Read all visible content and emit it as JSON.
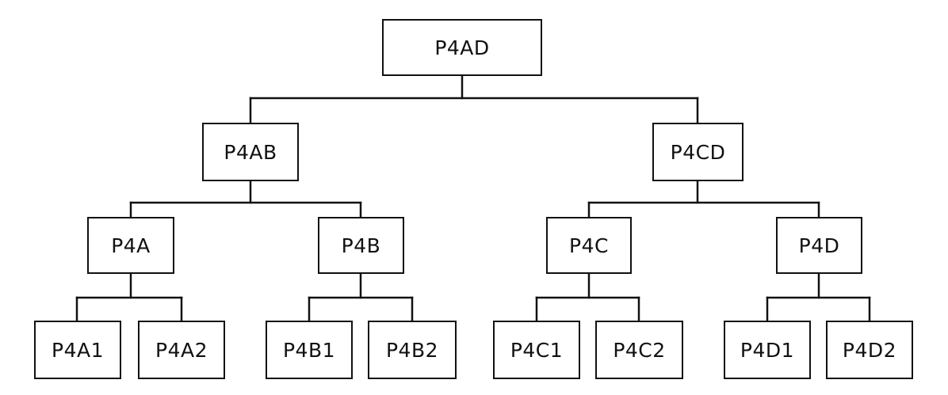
{
  "tree": {
    "root": "P4AD",
    "level2": [
      "P4AB",
      "P4CD"
    ],
    "level3": [
      "P4A",
      "P4B",
      "P4C",
      "P4D"
    ],
    "level4": [
      "P4A1",
      "P4A2",
      "P4B1",
      "P4B2",
      "P4C1",
      "P4C2",
      "P4D1",
      "P4D2"
    ]
  },
  "colors": {
    "stroke": "#111111",
    "background": "#ffffff"
  }
}
